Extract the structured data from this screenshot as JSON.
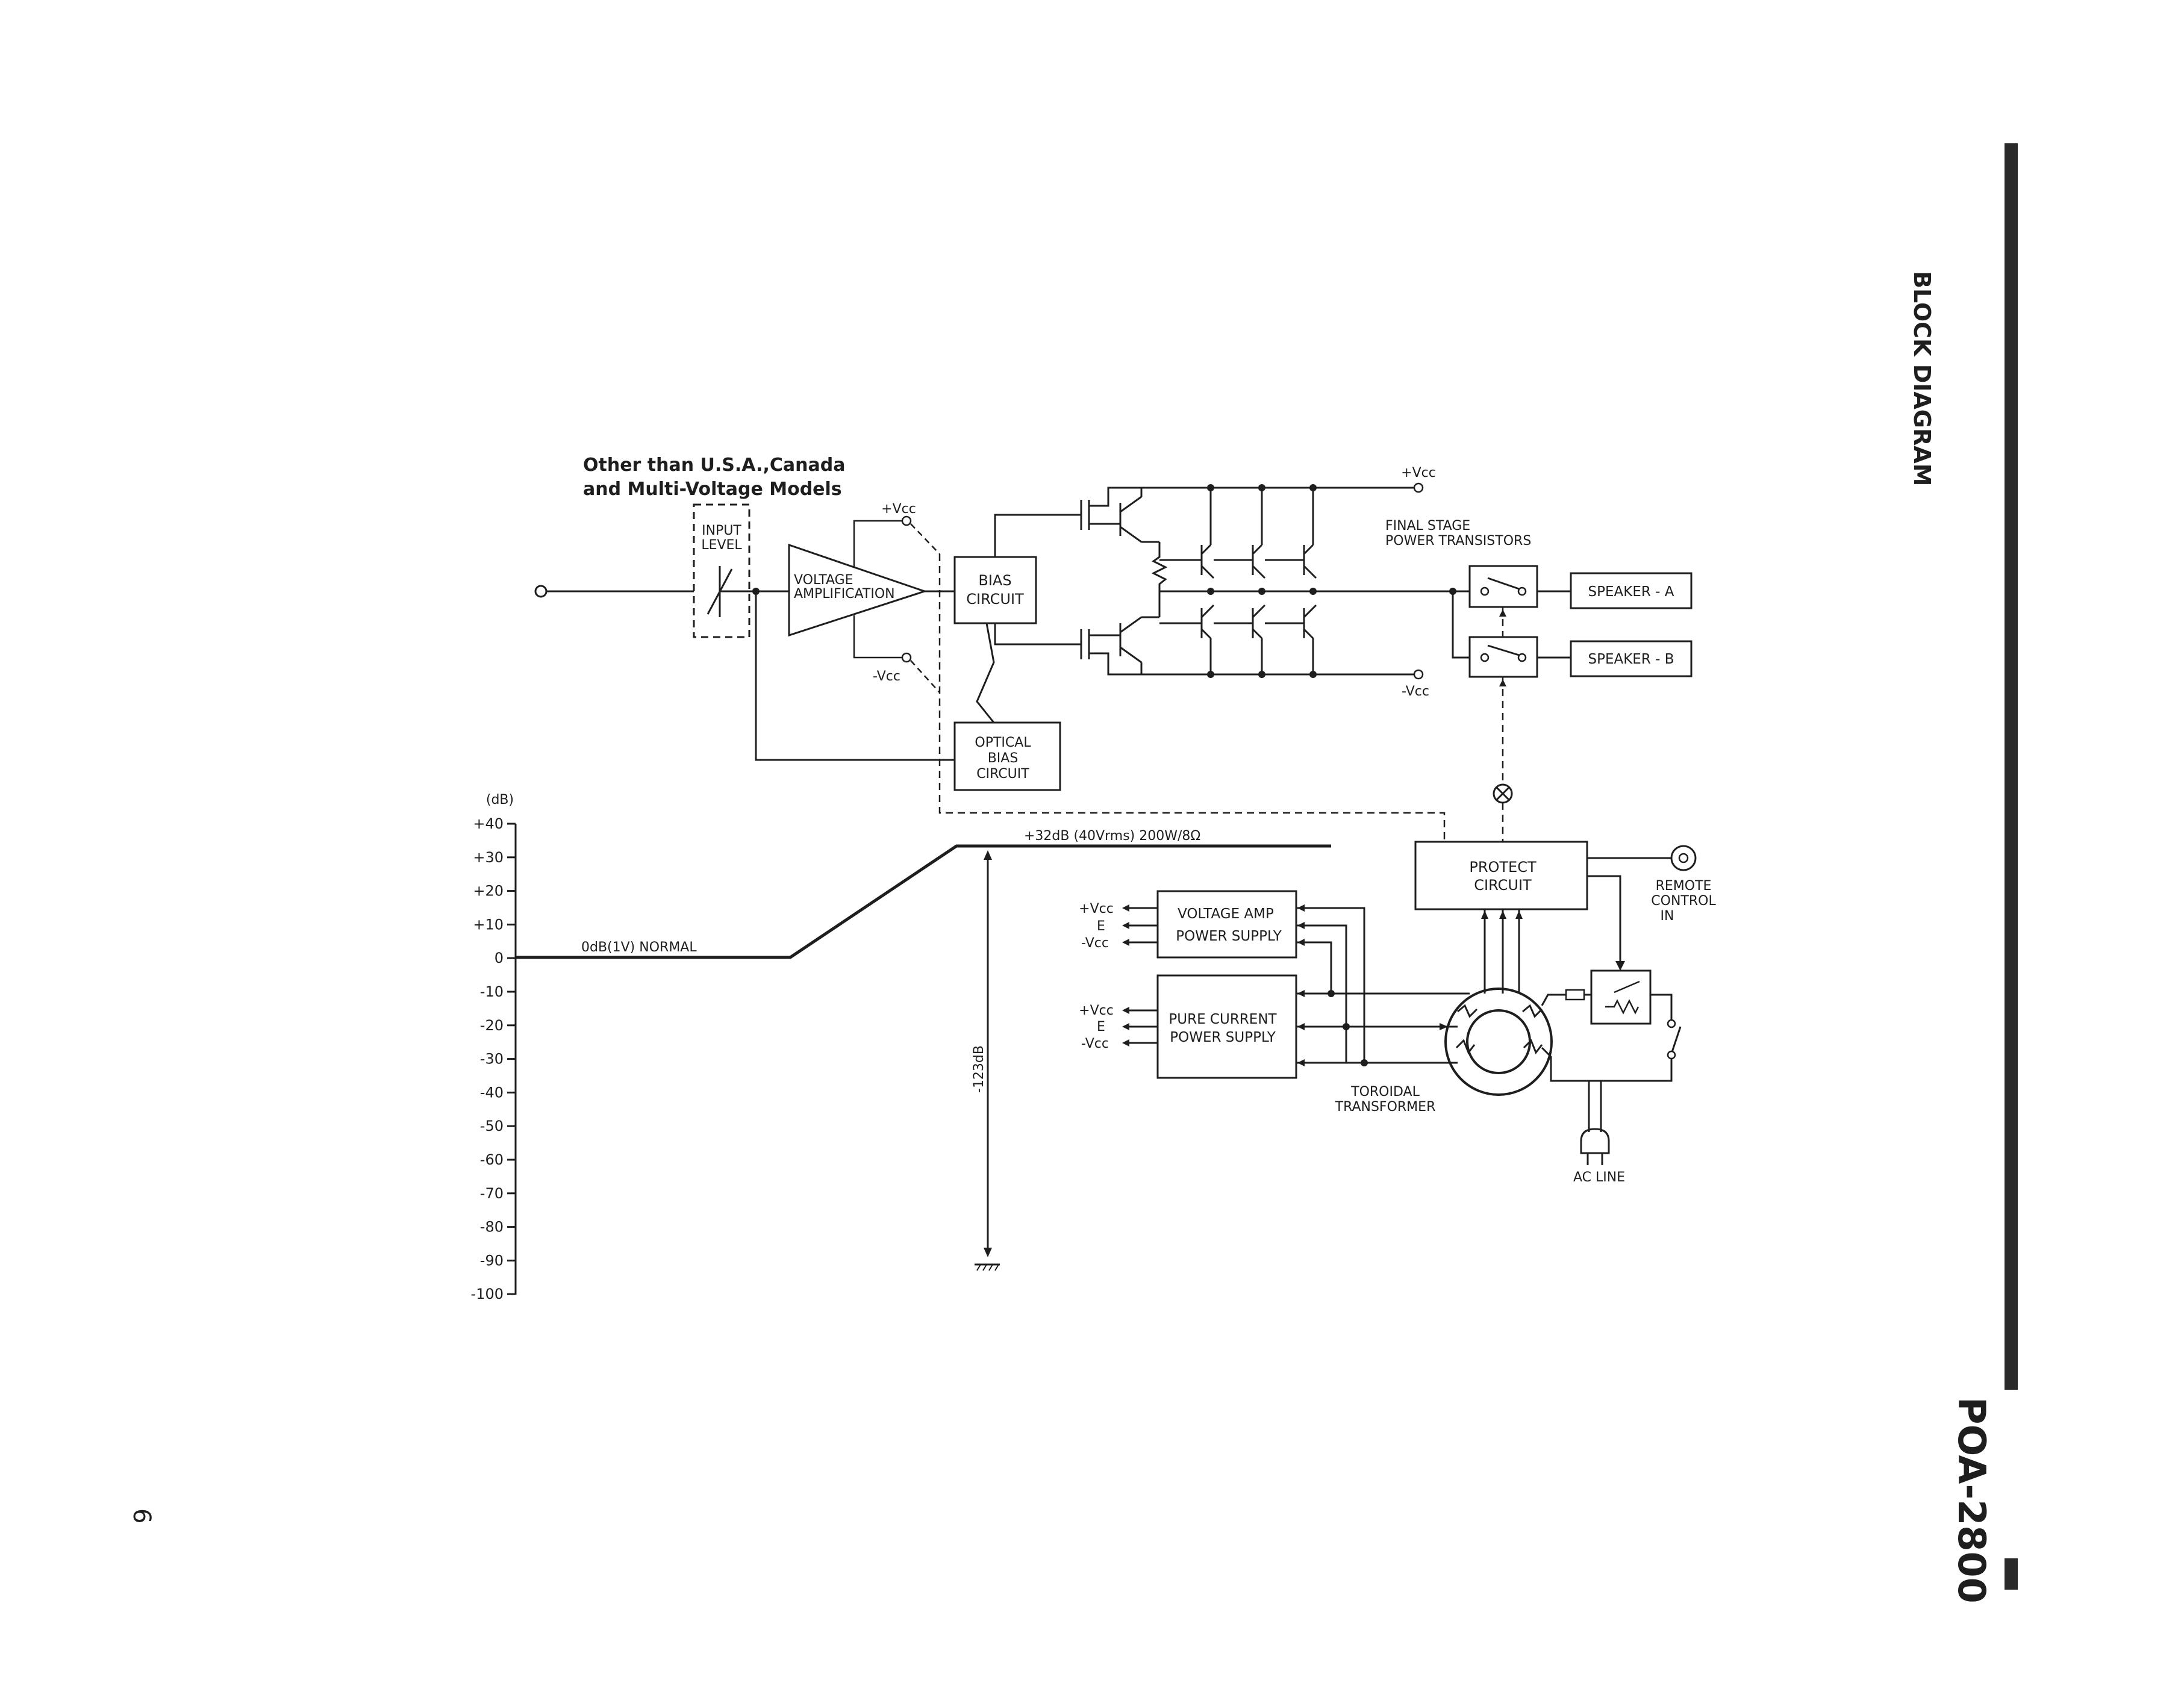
{
  "page": {
    "side_title": "BLOCK DIAGRAM",
    "model": "POA-2800",
    "page_number": "6"
  },
  "notes": {
    "region_line1": "Other than U.S.A.,Canada",
    "region_line2": "and Multi-Voltage Models"
  },
  "blocks": {
    "input_level": [
      "INPUT",
      "LEVEL"
    ],
    "voltage_amp": [
      "VOLTAGE",
      "AMPLIFICATION"
    ],
    "bias_circuit": [
      "BIAS",
      "CIRCUIT"
    ],
    "optical_bias": [
      "OPTICAL",
      "BIAS",
      "CIRCUIT"
    ],
    "final_stage": [
      "FINAL STAGE",
      "POWER TRANSISTORS"
    ],
    "speaker_a": "SPEAKER - A",
    "speaker_b": "SPEAKER - B",
    "protect": [
      "PROTECT",
      "CIRCUIT"
    ],
    "remote": [
      "REMOTE",
      "CONTROL",
      "IN"
    ],
    "va_supply": [
      "VOLTAGE AMP",
      "POWER SUPPLY"
    ],
    "pc_supply": [
      "PURE CURRENT",
      "POWER SUPPLY"
    ],
    "toroidal": [
      "TOROIDAL",
      "TRANSFORMER"
    ],
    "ac_line": "AC LINE"
  },
  "rails": {
    "pos": "+Vcc",
    "neg": "-Vcc",
    "earth": "E"
  },
  "level_diagram": {
    "unit": "(dB)",
    "ticks": [
      "+40",
      "+30",
      "+20",
      "+10",
      "0",
      "-10",
      "-20",
      "-30",
      "-40",
      "-50",
      "-60",
      "-70",
      "-80",
      "-90",
      "-100"
    ],
    "normal_label": "0dB(1V) NORMAL",
    "max_label": "+32dB (40Vrms) 200W/8Ω",
    "noise_label": "-123dB"
  }
}
